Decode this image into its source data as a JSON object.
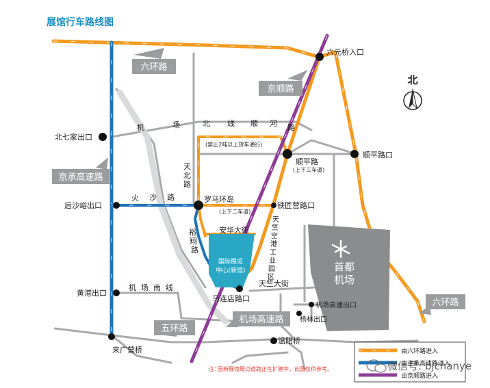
{
  "title": "展馆行车路线图",
  "colors": {
    "sixth_ring": "#f39a1f",
    "jingcheng": "#1f74b8",
    "jingshun": "#8e3b97",
    "road": "#a7a9ac",
    "tag_bg": "#9b9c9e",
    "venue": "#2aa7c4",
    "airport": "#8a8c8e"
  },
  "road_tags": {
    "sixth_ring_top": "六环路",
    "jingshun": "京顺路",
    "jingcheng": "京承高速路",
    "fifth_ring": "五环路",
    "airport_expressway": "机场高速路",
    "sixth_ring_right": "六环路"
  },
  "places": {
    "liuyuanqiao": "六元桥入口",
    "beiqijia": "北七家出口",
    "shunpinglu_exit": "顺平路口",
    "shunpinglu": "顺平路",
    "shunpinglu_sub": "(上下三车道)",
    "houshayu": "后沙峪出口",
    "luoma": "罗马环岛",
    "luoma_sub": "(上下二车道)",
    "tiejiangying": "铁匠营路口",
    "huanggang": "黄港出口",
    "malianlian": "马连店路口",
    "tianzhu_st": "天竺大街",
    "jichang_exp_exit": "机场高速出口",
    "yanglinexit": "杨林出口",
    "wenyangqiao": "温阳桥",
    "laiguangying": "来广营桥",
    "anhua": "安华大街",
    "venue_line1": "国际展览",
    "venue_line2": "中心(新馆)",
    "airport_line1": "首都",
    "airport_line2": "机场"
  },
  "roads": {
    "jichang_north_chars": [
      "机",
      "场",
      "北",
      "线",
      "顺",
      "河",
      "路"
    ],
    "jichang_north_note": "(禁止2吨以上货车通行)",
    "tianbei_chars": [
      "天",
      "北",
      "路"
    ],
    "huosha_chars": [
      "火",
      "沙",
      "路"
    ],
    "yuxiang_chars": [
      "裕",
      "翔",
      "路"
    ],
    "tianzhu_park_chars": [
      "天",
      "竺",
      "空",
      "港",
      "工",
      "业",
      "园",
      "区"
    ],
    "jichang_south_chars": [
      "机",
      "场",
      "南",
      "线"
    ]
  },
  "north": "北",
  "note_prefix": "注：",
  "note_text": "因新展馆周边道路正在扩建中，此图仅供参考。",
  "legend": {
    "sixth_ring": "由六环路进入",
    "jingcheng": "由京承高速路进入",
    "jingshun": "由京顺路进入"
  },
  "watermark": "微信号: bjchanye"
}
